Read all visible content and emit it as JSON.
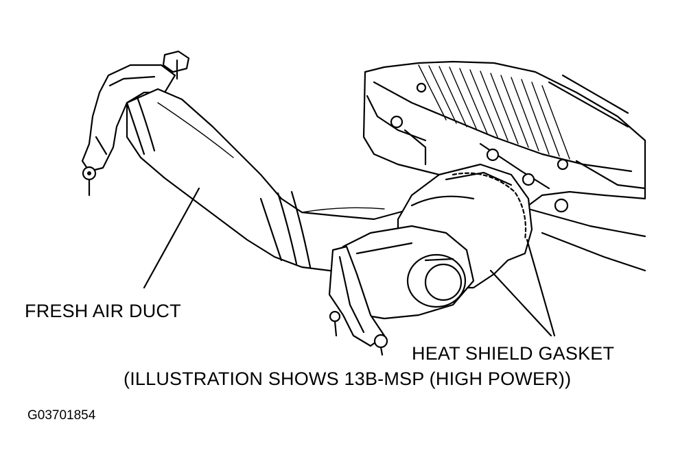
{
  "labels": {
    "fresh_air_duct": "FRESH AIR DUCT",
    "heat_shield_gasket": "HEAT SHIELD GASKET",
    "caption": "(ILLUSTRATION SHOWS 13B-MSP (HIGH POWER))",
    "figure_id": "G03701854"
  }
}
